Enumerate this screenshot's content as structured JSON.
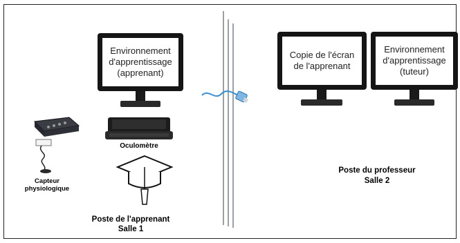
{
  "learner_station": {
    "monitor_text": "Environnement\nd'apprentissage\n(apprenant)",
    "eye_tracker_label": "Oculomètre",
    "sensor_label": "Capteur\nphysiologique",
    "station_title": "Poste de l'apprenant",
    "room_label": "Salle 1"
  },
  "teacher_station": {
    "screen_copy_text": "Copie de l'écran\nde l'apprenant",
    "tutor_monitor_text": "Environnement\nd'apprentissage\n(tuteur)",
    "station_title": "Poste du professeur",
    "room_label": "Salle 2"
  },
  "colors": {
    "frame": "#222222",
    "monitor_bezel": "#151515",
    "wall_lines": "#9aa0a5",
    "cable": "#3a8fd0"
  }
}
